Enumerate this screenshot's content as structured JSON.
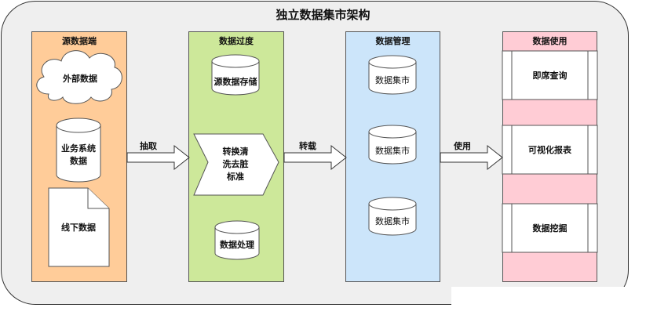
{
  "title": "独立数据集市架构",
  "columns": {
    "source": {
      "header": "源数据端",
      "items": {
        "cloud": "外部数据",
        "db": "业务系统数据",
        "doc": "线下数据"
      }
    },
    "transition": {
      "header": "数据过度",
      "items": {
        "storage": "源数据存储",
        "process": "转换清洗去脏标准",
        "processing": "数据处理"
      }
    },
    "management": {
      "header": "数据管理",
      "items": [
        "数据集市",
        "数据集市",
        "数据集市"
      ]
    },
    "usage": {
      "header": "数据使用",
      "items": [
        "即席查询",
        "可视化报表",
        "数据挖掘"
      ]
    }
  },
  "arrows": {
    "a1": "抽取",
    "a2": "转载",
    "a3": "使用"
  },
  "colors": {
    "source": "#ffcc99",
    "transition": "#cde89a",
    "management": "#cce5fa",
    "usage": "#ffccd5",
    "frame": "#efefef"
  }
}
